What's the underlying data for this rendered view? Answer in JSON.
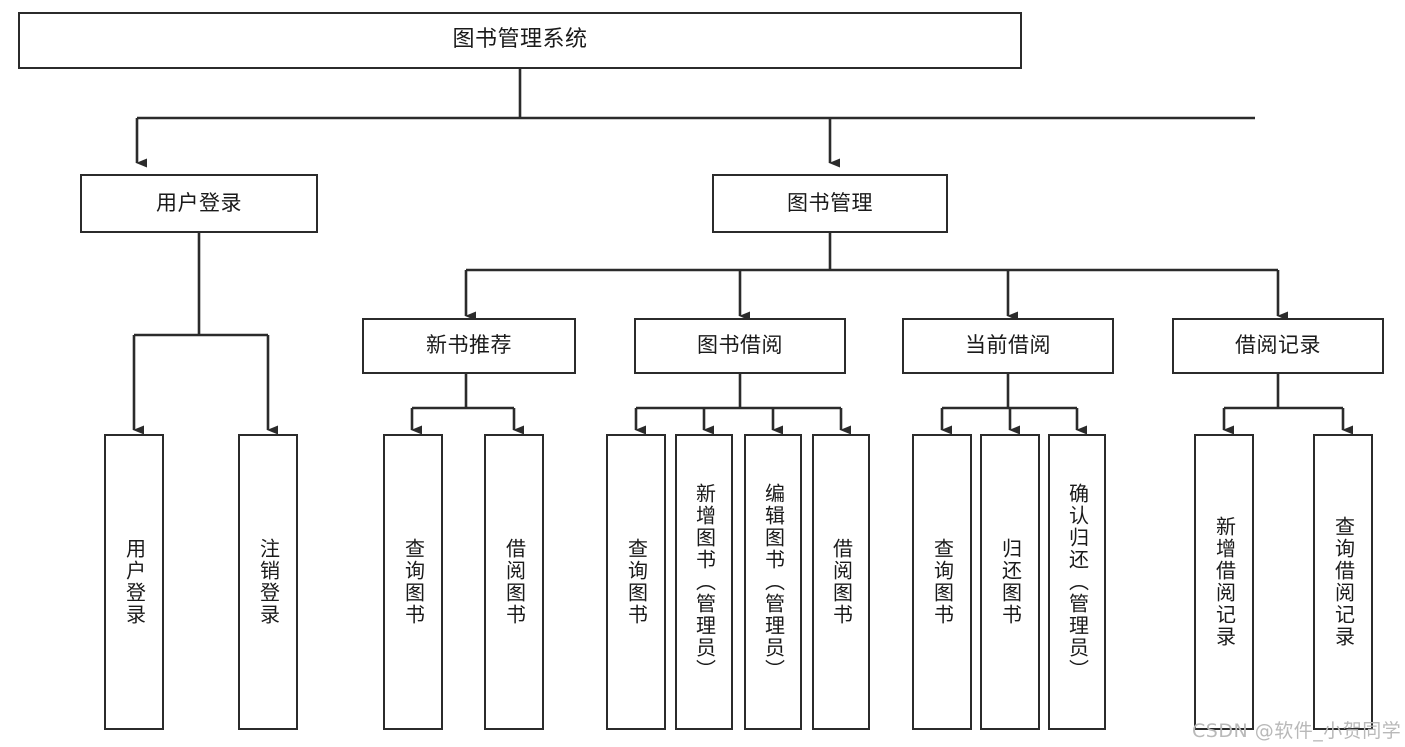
{
  "diagram": {
    "title": "图书管理系统",
    "type": "hierarchy-tree",
    "colors": {
      "border": "#2b2b2b",
      "background": "#ffffff",
      "text": "#1a1a1a",
      "watermark": "#b9b9b9"
    },
    "levels": {
      "root": {
        "label": "图书管理系统"
      },
      "level1": [
        {
          "label": "用户登录"
        },
        {
          "label": "图书管理"
        }
      ],
      "level2": [
        {
          "label": "新书推荐"
        },
        {
          "label": "图书借阅"
        },
        {
          "label": "当前借阅"
        },
        {
          "label": "借阅记录"
        }
      ],
      "leaves": [
        {
          "label": "用户登录",
          "parent": "用户登录"
        },
        {
          "label": "注销登录",
          "parent": "用户登录"
        },
        {
          "label": "查询图书",
          "parent": "新书推荐"
        },
        {
          "label": "借阅图书",
          "parent": "新书推荐"
        },
        {
          "label": "查询图书",
          "parent": "图书借阅"
        },
        {
          "label": "新增图书（管理员）",
          "parent": "图书借阅"
        },
        {
          "label": "编辑图书（管理员）",
          "parent": "图书借阅"
        },
        {
          "label": "借阅图书",
          "parent": "图书借阅"
        },
        {
          "label": "查询图书",
          "parent": "当前借阅"
        },
        {
          "label": "归还图书",
          "parent": "当前借阅"
        },
        {
          "label": "确认归还（管理员）",
          "parent": "当前借阅"
        },
        {
          "label": "新增借阅记录",
          "parent": "借阅记录"
        },
        {
          "label": "查询借阅记录",
          "parent": "借阅记录"
        }
      ]
    }
  },
  "watermark": {
    "text": "CSDN @软件_小贺同学"
  }
}
